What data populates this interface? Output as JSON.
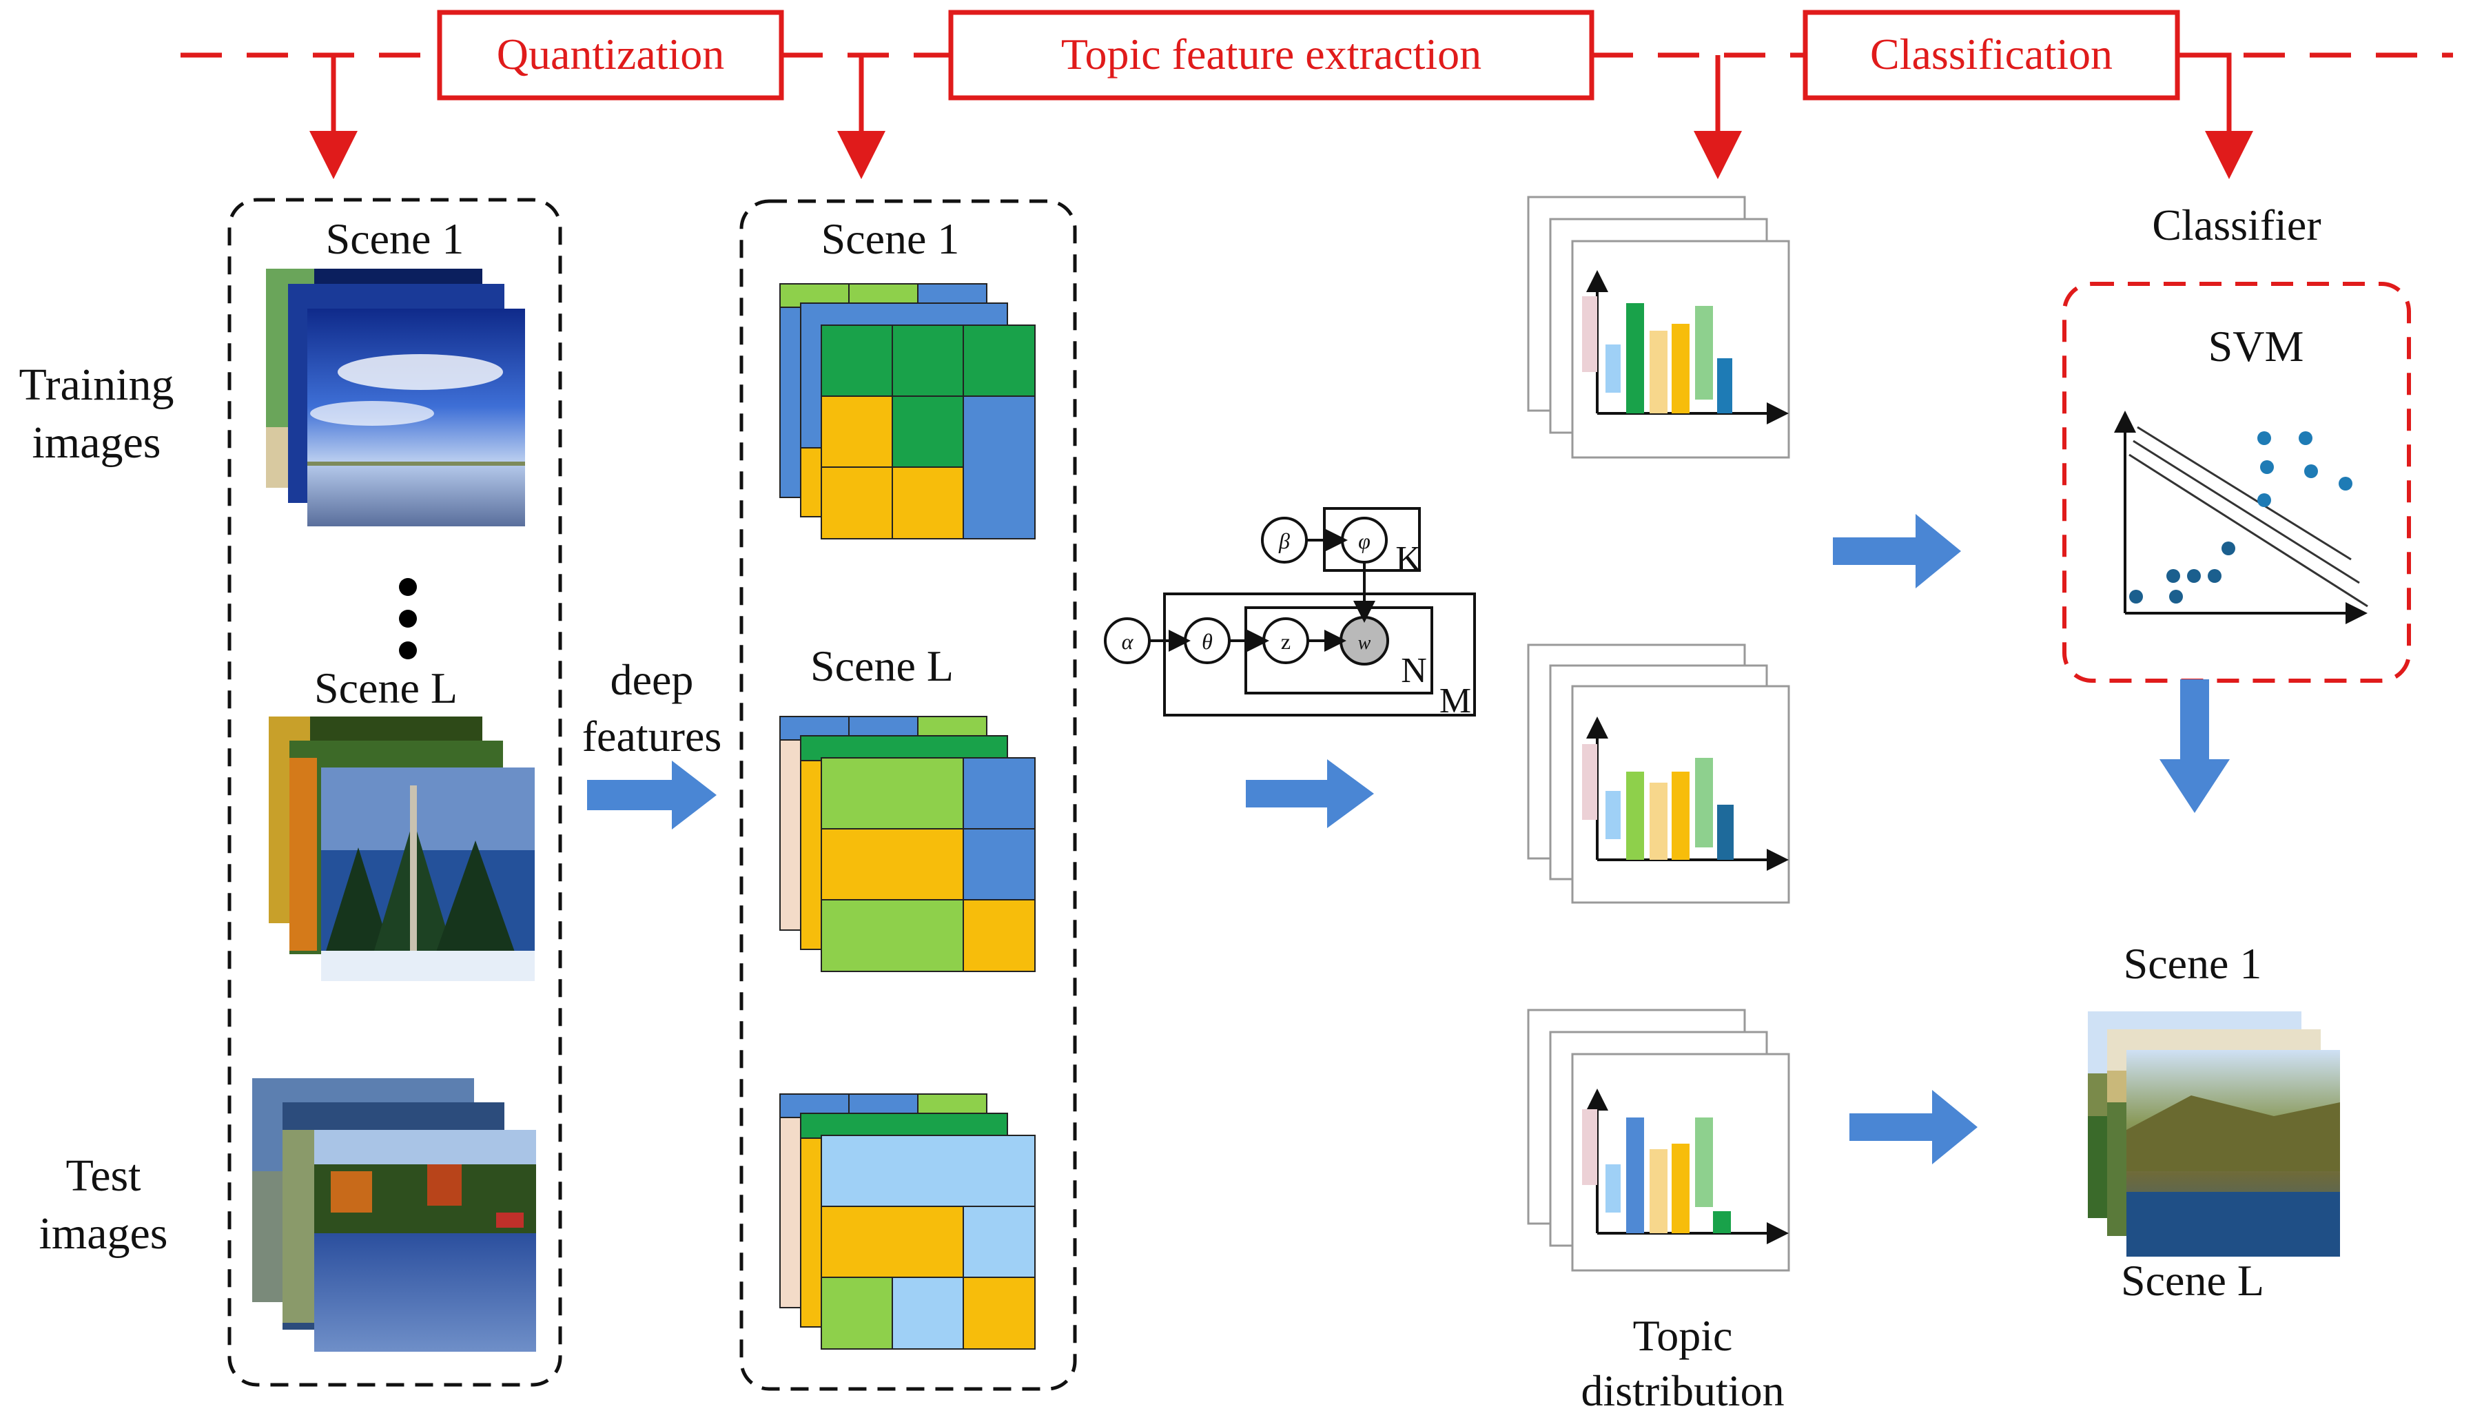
{
  "stages": {
    "quantization": "Quantization",
    "topic": "Topic feature extraction",
    "classification": "Classification"
  },
  "left": {
    "training_line1": "Training",
    "training_line2": "images",
    "test_line1": "Test",
    "test_line2": "images",
    "scene_first": "Scene 1",
    "scene_last": "Scene L"
  },
  "middle": {
    "deep_line1": "deep",
    "deep_line2": "features",
    "scene_first": "Scene 1",
    "scene_last": "Scene L"
  },
  "lda": {
    "alpha": "α",
    "theta": "θ",
    "z": "z",
    "w": "w",
    "beta": "β",
    "phi": "φ",
    "plate_k": "K",
    "plate_n": "N",
    "plate_m": "M"
  },
  "topic": {
    "line1": "Topic",
    "line2": "distribution"
  },
  "right": {
    "classifier": "Classifier",
    "svm": "SVM",
    "scene_first": "Scene 1",
    "scene_last": "Scene L"
  },
  "colors": {
    "stage_red": "#e01b1b",
    "arrow_blue": "#4a86d4",
    "green_dark": "#19a24a",
    "green_light": "#8ed04b",
    "orange": "#f7bd0b",
    "blue": "#4f89d4",
    "light_blue": "#9fd0f6",
    "dot_blue": "#1e7bb5"
  }
}
